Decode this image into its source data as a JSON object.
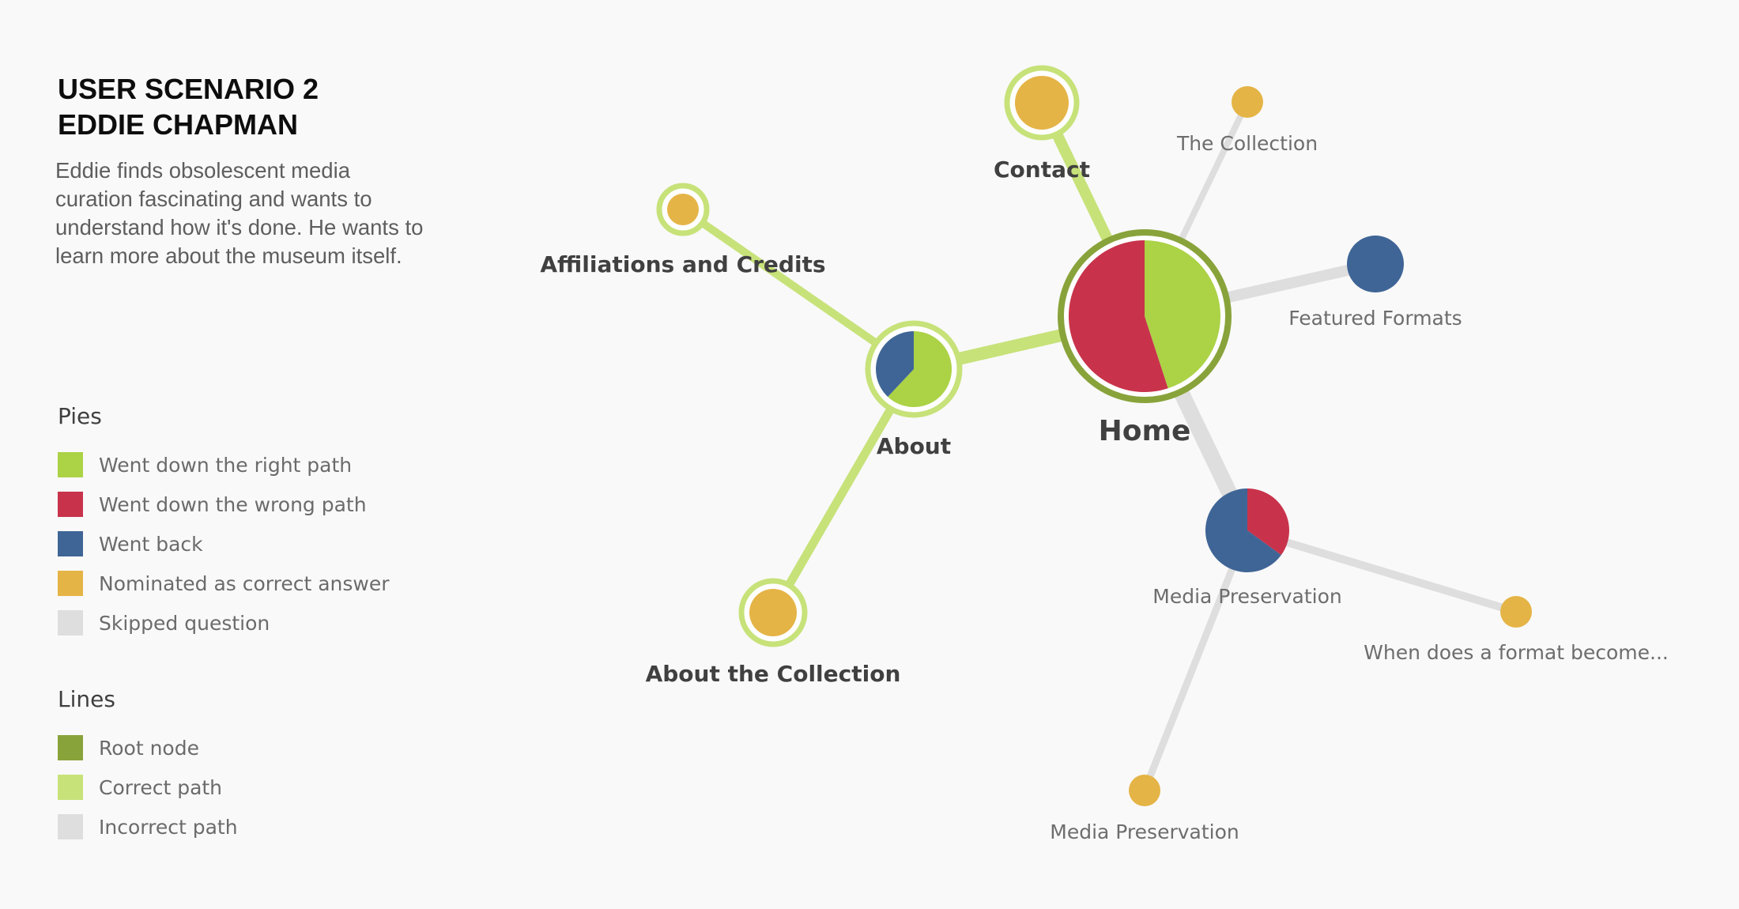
{
  "scenario": {
    "title_line1": "USER SCENARIO 2",
    "title_line2": "EDDIE CHAPMAN",
    "description": "Eddie finds obsolescent media curation fascinating and wants to understand how it's done. He wants to learn more about the museum itself."
  },
  "legend": {
    "pies_heading": "Pies",
    "pies": [
      {
        "label": "Went down the right path",
        "color": "#acd246"
      },
      {
        "label": "Went down the wrong path",
        "color": "#c8334b"
      },
      {
        "label": "Went back",
        "color": "#3f6596"
      },
      {
        "label": "Nominated as correct answer",
        "color": "#e5b446"
      },
      {
        "label": "Skipped question",
        "color": "#dedede"
      }
    ],
    "lines_heading": "Lines",
    "lines": [
      {
        "label": "Root node",
        "color": "#89a33b"
      },
      {
        "label": "Correct path",
        "color": "#c7e279"
      },
      {
        "label": "Incorrect path",
        "color": "#dedede"
      }
    ]
  },
  "diagram": {
    "nodes": [
      {
        "id": "home",
        "label": "Home",
        "pie": {
          "right": 0.45,
          "wrong": 0.55
        }
      },
      {
        "id": "about",
        "label": "About",
        "pie": {
          "right": 0.62,
          "back": 0.38
        }
      },
      {
        "id": "contact",
        "label": "Contact",
        "pie": {
          "nominated": 1
        }
      },
      {
        "id": "affiliations",
        "label": "Affiliations and Credits",
        "pie": {
          "nominated": 1
        }
      },
      {
        "id": "about-collection",
        "label": "About the Collection",
        "pie": {
          "nominated": 1
        }
      },
      {
        "id": "the-collection",
        "label": "The Collection",
        "pie": {
          "nominated": 1
        }
      },
      {
        "id": "featured-formats",
        "label": "Featured Formats",
        "pie": {
          "back": 1
        }
      },
      {
        "id": "media-preservation",
        "label": "Media Preservation",
        "pie": {
          "wrong": 0.35,
          "back": 0.65
        }
      },
      {
        "id": "format-become",
        "label": "When does a format become...",
        "pie": {
          "nominated": 1
        }
      },
      {
        "id": "media-preservation-2",
        "label": "Media Preservation",
        "pie": {
          "nominated": 1
        }
      }
    ],
    "edges": [
      {
        "from": "home",
        "to": "about",
        "type": "correct"
      },
      {
        "from": "home",
        "to": "contact",
        "type": "correct"
      },
      {
        "from": "about",
        "to": "affiliations",
        "type": "correct"
      },
      {
        "from": "about",
        "to": "about-collection",
        "type": "correct"
      },
      {
        "from": "home",
        "to": "the-collection",
        "type": "incorrect"
      },
      {
        "from": "home",
        "to": "featured-formats",
        "type": "incorrect"
      },
      {
        "from": "home",
        "to": "media-preservation",
        "type": "incorrect"
      },
      {
        "from": "media-preservation",
        "to": "format-become",
        "type": "incorrect"
      },
      {
        "from": "media-preservation",
        "to": "media-preservation-2",
        "type": "incorrect"
      }
    ]
  }
}
